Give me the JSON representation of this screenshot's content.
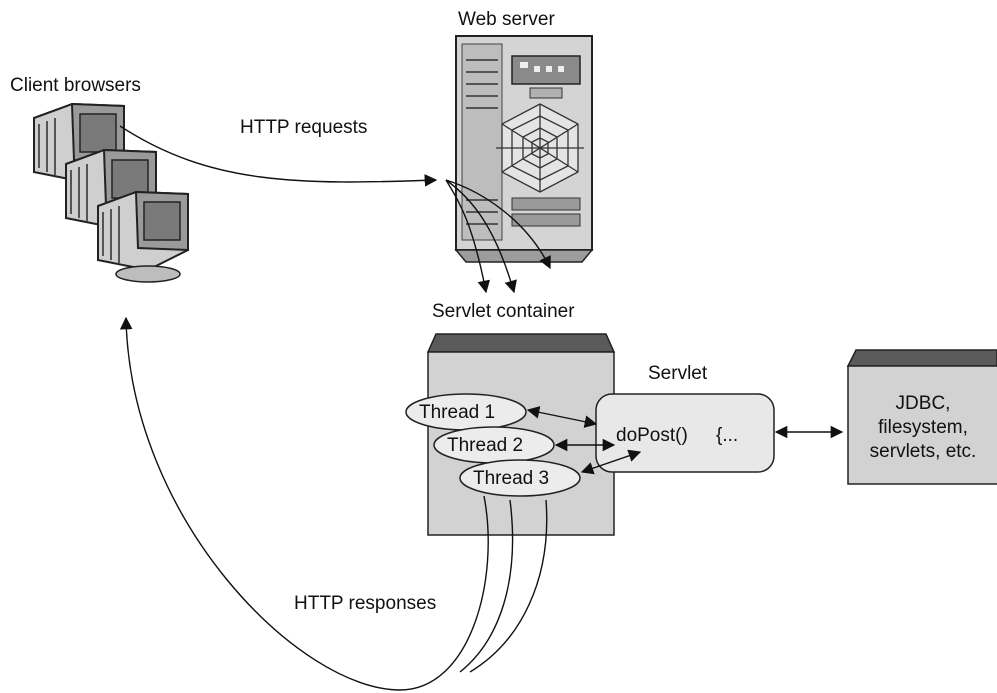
{
  "labels": {
    "web_server": "Web server",
    "client_browsers": "Client browsers",
    "http_requests": "HTTP requests",
    "servlet_container": "Servlet container",
    "servlet": "Servlet",
    "http_responses": "HTTP responses",
    "do_post": "doPost()",
    "do_post_ellipsis": "{...",
    "resources": [
      "JDBC,",
      "filesystem,",
      "servlets, etc."
    ]
  },
  "threads": [
    "Thread 1",
    "Thread 2",
    "Thread 3"
  ],
  "colors": {
    "box_fill": "#d2d2d2",
    "box_top": "#555555",
    "servlet_fill": "#e8e8e8",
    "line": "#111111"
  }
}
